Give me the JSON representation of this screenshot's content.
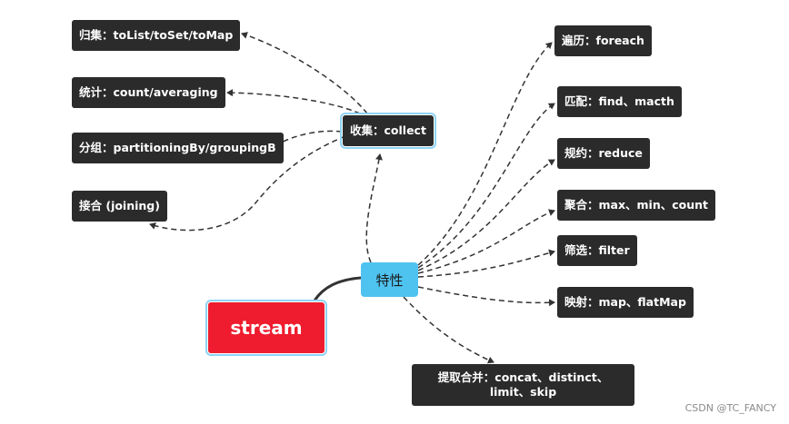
{
  "diagram": {
    "root": {
      "label": "stream"
    },
    "hub": {
      "label": "特性"
    },
    "collect": {
      "label": "收集：collect",
      "children": [
        {
          "label": "归集：toList/toSet/toMap"
        },
        {
          "label": "统计：count/averaging"
        },
        {
          "label": "分组：partitioningBy/groupingB"
        },
        {
          "label": "接合 (joining)"
        }
      ]
    },
    "features": [
      {
        "label": "遍历：foreach"
      },
      {
        "label": "匹配：find、macth"
      },
      {
        "label": "规约：reduce"
      },
      {
        "label": "聚合：max、min、count"
      },
      {
        "label": "筛选：filter"
      },
      {
        "label": "映射：map、flatMap"
      },
      {
        "label": "提取合并：concat、distinct、limit、skip"
      }
    ],
    "colors": {
      "root_fill": "#ee1c2e",
      "hub_fill": "#4fc3f0",
      "node_fill": "#2b2b2b",
      "selection_outline": "#8fd3f4",
      "connector": "#333333"
    }
  },
  "watermark": "CSDN @TC_FANCY"
}
